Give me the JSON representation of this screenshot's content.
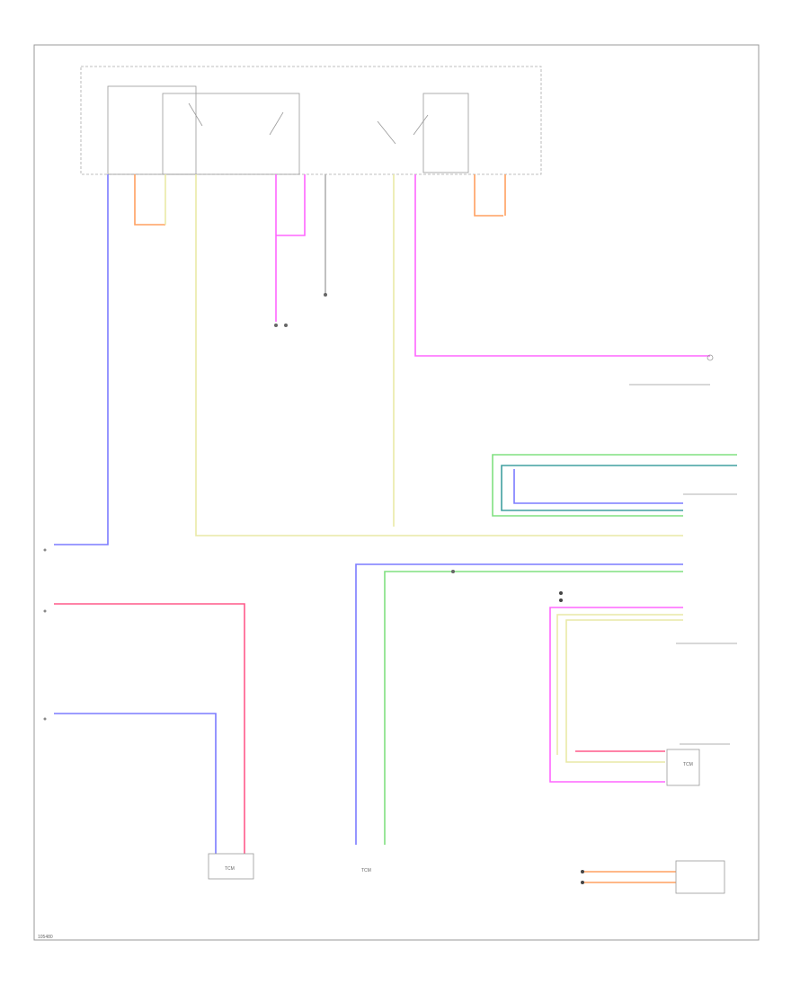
{
  "wire_colors": {
    "blue": "#7b7bff",
    "violet": "#ff66ff",
    "pink": "#ff5a8a",
    "yellow": "#e9e9a6",
    "orange": "#ffa060",
    "green": "#80e080",
    "teal": "#40a0a0",
    "gray": "#b0b0b0"
  },
  "left_connectors": [
    {
      "id": "A",
      "wire_color": "blue"
    },
    {
      "id": "B",
      "wire_color": "pink"
    },
    {
      "id": "C",
      "wire_color": "blue"
    }
  ],
  "box_labels": {
    "module_right": "TCM",
    "sensor_left": "TCM",
    "sensor_bottom": "TCM",
    "pressure_switch": "TCM"
  },
  "footer_code": "105480"
}
